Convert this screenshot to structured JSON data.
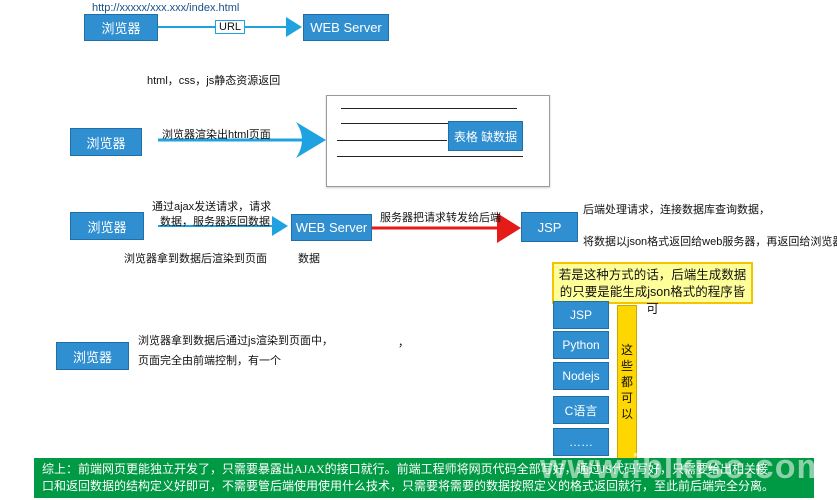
{
  "row1": {
    "url_text": "http://xxxxx/xxx.xxx/index.html",
    "browser_label": "浏览器",
    "url_label": "URL",
    "server_label": "WEB Server"
  },
  "row2": {
    "caption": "html，css，js静态资源返回",
    "browser_label": "浏览器",
    "arrow_text": "浏览器渲染出html页面",
    "table_label": "表格 缺数据"
  },
  "row3": {
    "browser_label": "浏览器",
    "request_text_1": "通过ajax发送请求，请求",
    "request_text_2": "数据，服务器返回数据",
    "server_label": "WEB Server",
    "forward_text": "服务器把请求转发给后端",
    "jsp_label": "JSP",
    "right_text_1": "后端处理请求，连接数据库查询数据，",
    "right_text_2": "将数据以json格式返回给web服务器，再返回给浏览器",
    "bottom_text": "浏览器拿到数据后渲染到页面",
    "bottom_text_2": "数据"
  },
  "row4": {
    "browser_label": "浏览器",
    "note_1": "浏览器拿到数据后通过js渲染到页面中，",
    "note_2": "页面完全由前端控制，有一个",
    "note_3": "，"
  },
  "yellow_note": {
    "line1": "若是这种方式的话，后端生成数据",
    "line2": "的只要是能生成json格式的程序皆可"
  },
  "languages": [
    "JSP",
    "Python",
    "Nodejs",
    "C语言",
    "……"
  ],
  "vertical_note": [
    "这",
    "些",
    "都",
    "可",
    "以"
  ],
  "summary": {
    "line1": "综上：前端网页更能独立开发了，只需要暴露出AJAX的接口就行。前端工程师将网页代码全部写好，通过JS代码写好，只需要给出相关接",
    "line2": "口和返回数据的结构定义好即可，不需要管后端使用使用什么技术，只需要将需要的数据按照定义的格式返回就行，至此前后端完全分离。"
  },
  "watermark": "www.iblkisc.com",
  "colors": {
    "box_blue": "#2f8fd0",
    "arrow_blue": "#1fa3e0",
    "arrow_red": "#e41b17",
    "summary_green": "#009944",
    "yellow": "#ffd700"
  }
}
